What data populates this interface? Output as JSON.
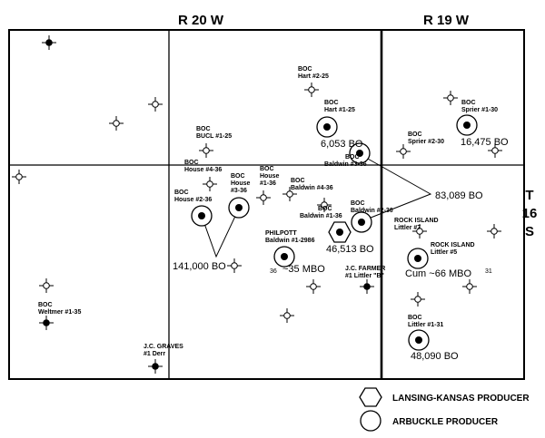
{
  "header": {
    "range_west": "R 20 W",
    "range_east": "R 19 W"
  },
  "township": {
    "t": "T",
    "n": "16",
    "s": "S"
  },
  "labels": {
    "boc_hart": [
      "BOC",
      "Hart #2-25"
    ],
    "boc_hart1": [
      "BOC",
      "Hart #1-25"
    ],
    "boc_sprier1": [
      "BOC",
      "Sprier #1-30"
    ],
    "boc_sprier2": [
      "BOC",
      "Sprier #2-30"
    ],
    "boc_bucl": [
      "BOC",
      "BUCL #1-25"
    ],
    "boc_house4": [
      "BOC",
      "House #4-36"
    ],
    "boc_house2": [
      "BOC",
      "House #2-36"
    ],
    "boc_house3": [
      "BOC",
      "House",
      "#3-36"
    ],
    "boc_house1": [
      "BOC",
      "House",
      "#1-36"
    ],
    "boc_baldwin4": [
      "BOC",
      "Baldwin #4-36"
    ],
    "boc_baldwin3": [
      "BOC",
      "Baldwin #3-36"
    ],
    "boc_baldwin1": [
      "BOC",
      "Baldwin #1-36"
    ],
    "boc_baldwin2": [
      "BOC",
      "Baldwin #2-36"
    ],
    "philpott": [
      "PHILPOTT",
      "Baldwin #1-2986"
    ],
    "rock_island7": [
      "ROCK ISLAND",
      "Littler #7"
    ],
    "rock_island5": [
      "ROCK ISLAND",
      "Littler #5"
    ],
    "jc_farmer": [
      "J.C. FARMER",
      "#1 Littler \"B\""
    ],
    "boc_littler": [
      "BOC",
      "Littler #1-31"
    ],
    "jc_graves": [
      "J.C. GRAVES",
      "#1 Derr"
    ],
    "boc_weltmer": [
      "BOC",
      "Weltmer #1-35"
    ]
  },
  "production": {
    "p6053": "6,053 BO",
    "p16475": "16,475 BO",
    "p83089": "83,089 BO",
    "p141000": "141,000 BO",
    "p46513": "46,513 BO",
    "p35": "~35 MBO",
    "p66": "Cum ~66 MBO",
    "p48090": "48,090 BO"
  },
  "sections": {
    "s36": "36",
    "s31": "31"
  },
  "legend": {
    "lansing": "LANSING-KANSAS PRODUCER",
    "arbuckle": "ARBUCKLE PRODUCER"
  }
}
